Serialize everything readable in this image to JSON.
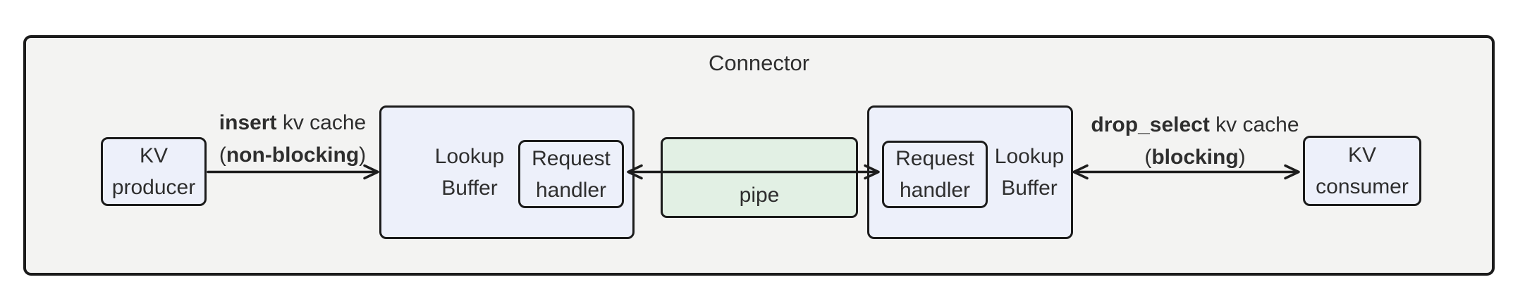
{
  "diagram": {
    "title": "Connector",
    "colors": {
      "outer_fill": "#f3f3f2",
      "node_fill": "#edf0fa",
      "pipe_fill": "#e2f0e4",
      "border": "#1b1b1b",
      "text": "#2e2e2e",
      "arrow": "#1d1d1d"
    },
    "nodes": {
      "kv_producer": {
        "label": "KV producer"
      },
      "lookup_buffer_left": {
        "label": "Lookup Buffer"
      },
      "request_handler_left": {
        "label": "Request handler"
      },
      "pipe": {
        "label": "pipe"
      },
      "request_handler_right": {
        "label": "Request handler"
      },
      "lookup_buffer_right": {
        "label": "Lookup Buffer"
      },
      "kv_consumer": {
        "label": "KV consumer"
      }
    },
    "edges": {
      "insert": {
        "verb": "insert",
        "object": " kv cache",
        "mode_open": "(",
        "mode": "non-blocking",
        "mode_close": ")"
      },
      "drop_select": {
        "verb": "drop_select",
        "object": " kv cache",
        "mode_open": "(",
        "mode": "blocking",
        "mode_close": ")"
      }
    }
  }
}
